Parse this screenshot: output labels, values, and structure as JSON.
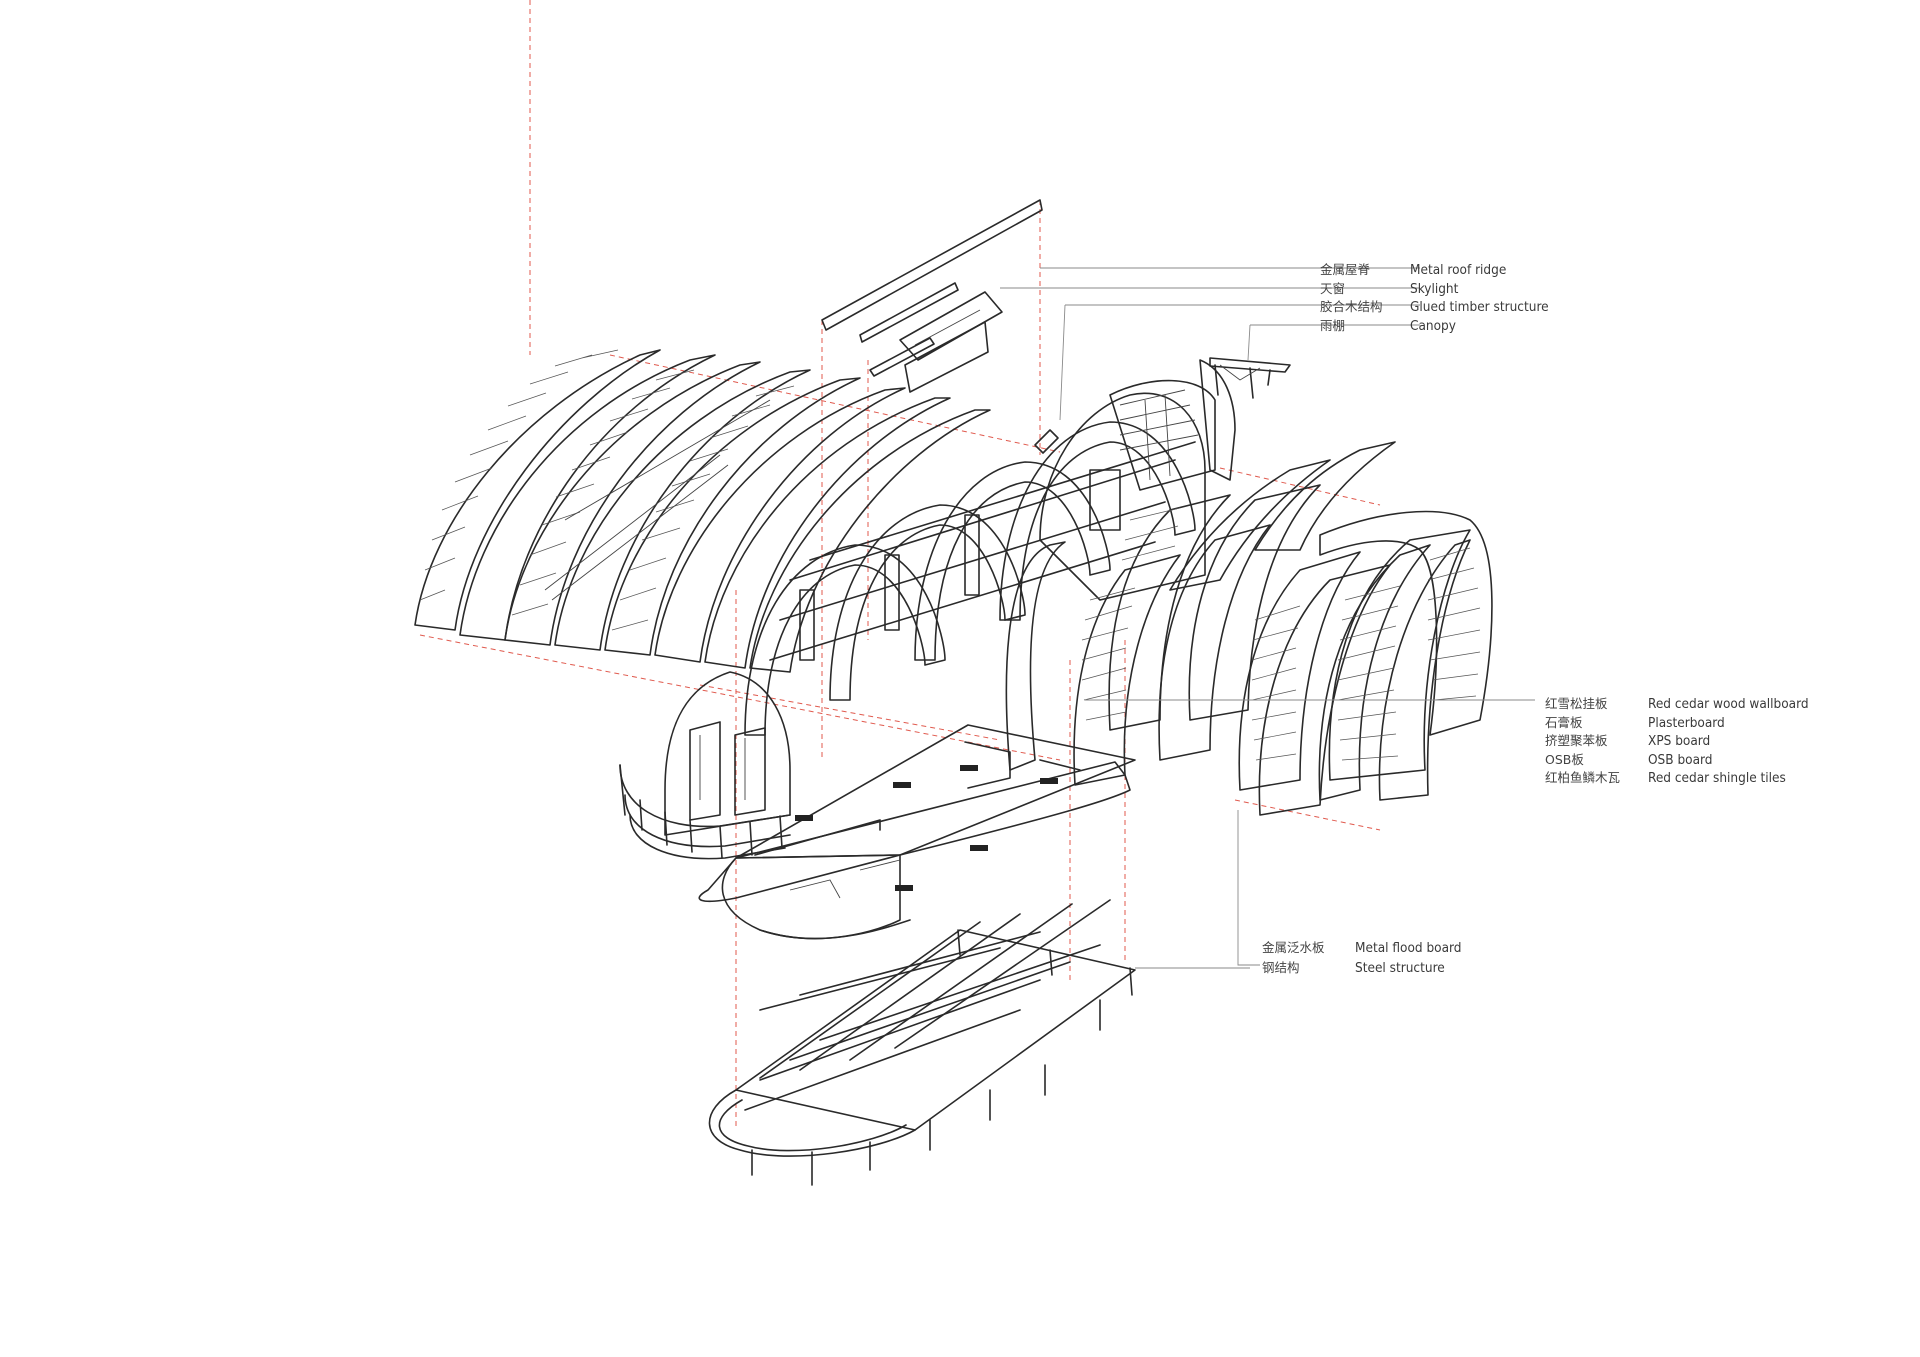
{
  "colors": {
    "ink": "#2a2a2a",
    "dash_red": "#e05a4e",
    "floor_fill": "#c9c9c9",
    "panel_light": "#f2f2f2",
    "panel_dark": "#8c8c8c"
  },
  "labels": {
    "top": [
      {
        "zh": "金属屋脊",
        "en": "Metal roof ridge"
      },
      {
        "zh": "天窗",
        "en": "Skylight"
      },
      {
        "zh": "胶合木结构",
        "en": "Glued timber structure"
      },
      {
        "zh": "雨棚",
        "en": "Canopy"
      }
    ],
    "right": [
      {
        "zh": "红雪松挂板",
        "en": "Red cedar wood wallboard"
      },
      {
        "zh": "石膏板",
        "en": "Plasterboard"
      },
      {
        "zh": "挤塑聚苯板",
        "en": "XPS board"
      },
      {
        "zh": "OSB板",
        "en": "OSB board"
      },
      {
        "zh": "红柏鱼鳞木瓦",
        "en": "Red cedar shingle tiles"
      }
    ],
    "bottom": [
      {
        "zh": "金属泛水板",
        "en": "Metal flood board"
      },
      {
        "zh": "钢结构",
        "en": "Steel structure"
      }
    ]
  }
}
